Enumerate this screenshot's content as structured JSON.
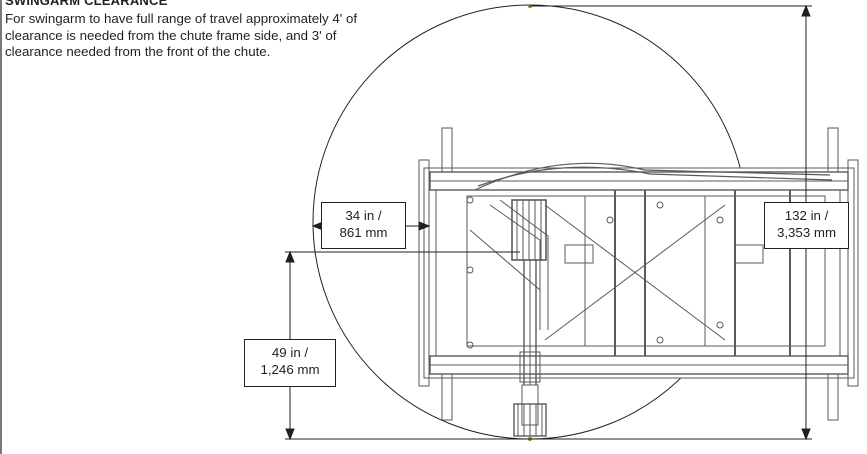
{
  "heading": "SWINGARM CLEARANCE",
  "description": "For swingarm to have full range of travel approximately 4' of clearance is needed from the chute frame side, and 3' of clearance needed from the front of the chute.",
  "dimensions": {
    "side": {
      "line1": "34 in /",
      "line2": "861 mm"
    },
    "length": {
      "line1": "132 in /",
      "line2": "3,353 mm"
    },
    "front": {
      "line1": "49 in /",
      "line2": "1,246 mm"
    }
  },
  "colors": {
    "line": "#231f20",
    "frame": "#5a5a5a",
    "background": "#ffffff"
  }
}
